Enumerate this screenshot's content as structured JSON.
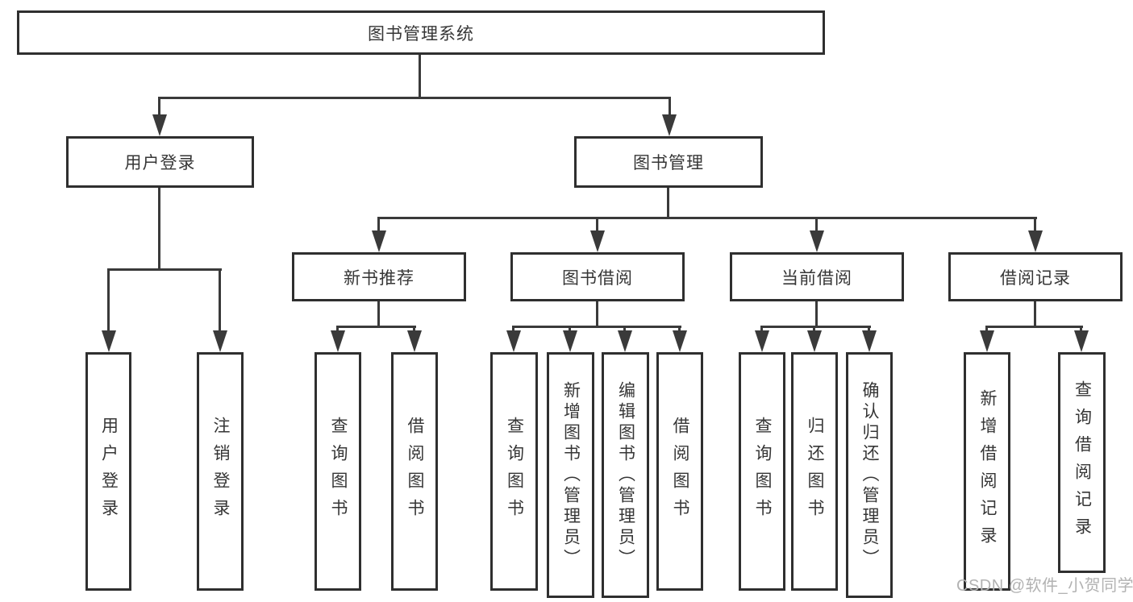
{
  "tree": {
    "label": "图书管理系统",
    "children": [
      {
        "label": "用户登录",
        "children": [
          {
            "label": "用户登录"
          },
          {
            "label": "注销登录"
          }
        ]
      },
      {
        "label": "图书管理",
        "children": [
          {
            "label": "新书推荐",
            "children": [
              {
                "label": "查询图书"
              },
              {
                "label": "借阅图书"
              }
            ]
          },
          {
            "label": "图书借阅",
            "children": [
              {
                "label": "查询图书"
              },
              {
                "label": "新增图书（管理员）"
              },
              {
                "label": "编辑图书（管理员）"
              },
              {
                "label": "借阅图书"
              }
            ]
          },
          {
            "label": "当前借阅",
            "children": [
              {
                "label": "查询图书"
              },
              {
                "label": "归还图书"
              },
              {
                "label": "确认归还（管理员）"
              }
            ]
          },
          {
            "label": "借阅记录",
            "children": [
              {
                "label": "新增借阅记录"
              },
              {
                "label": "查询借阅记录"
              }
            ]
          }
        ]
      }
    ]
  },
  "watermark": {
    "text": "CSDN @软件_小贺同学"
  },
  "colors": {
    "line": "#3a3a3a",
    "box_border": "#2f2f2f",
    "text": "#363636",
    "background": "#ffffff",
    "watermark": "#b2b2b2"
  }
}
